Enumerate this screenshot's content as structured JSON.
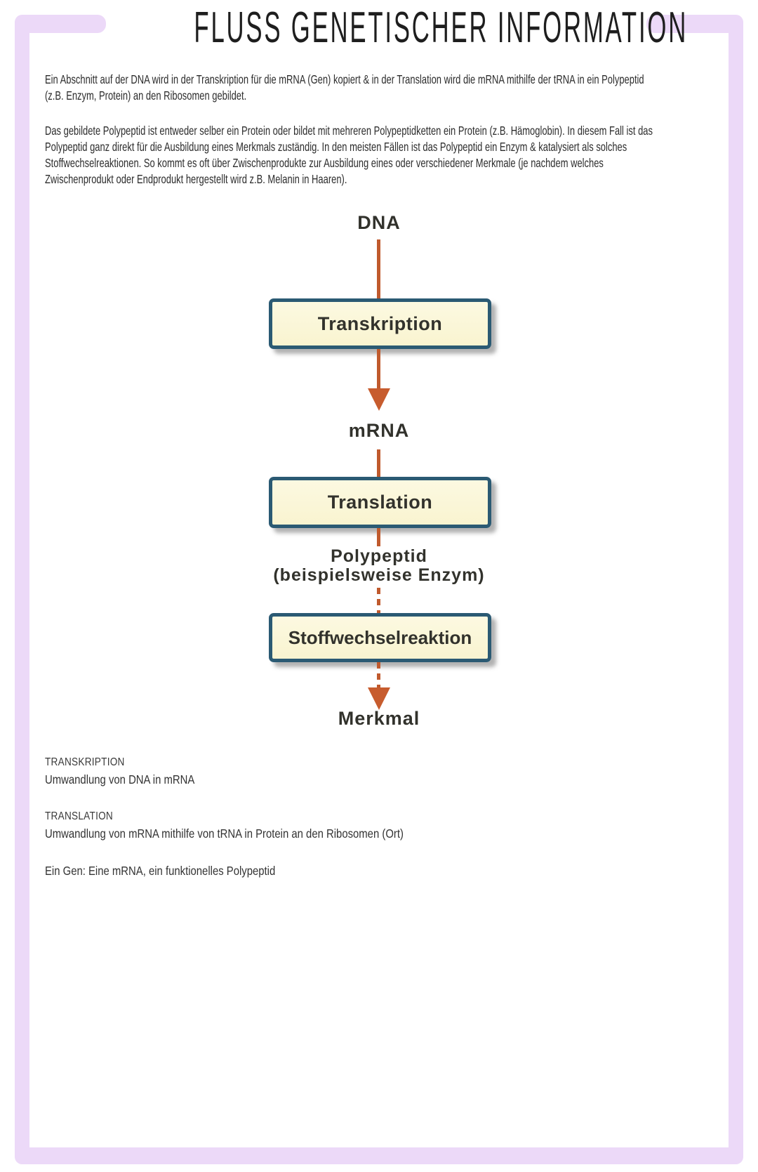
{
  "title": "FLUSS GENETISCHER INFORMATION",
  "colors": {
    "frame_lavender": "#ecd9f8",
    "box_fill": "#faf6d3",
    "box_border": "#2b5a73",
    "arrow_orange": "#c05a2d",
    "text_dark": "#2d2d2b"
  },
  "intro": {
    "paragraph1": "Ein Abschnitt auf der DNA wird in der Transkription für die mRNA (Gen) kopiert & in der Translation wird die mRNA mithilfe der tRNA in ein Polypeptid (z.B. Enzym, Protein) an den Ribosomen gebildet.",
    "paragraph2": "Das gebildete Polypeptid ist entweder selber ein Protein oder bildet mit mehreren Polypeptidketten ein Protein (z.B. Hämoglobin). In diesem Fall ist das Polypeptid ganz direkt für die Ausbildung eines Merkmals zuständig. In den meisten Fällen ist das Polypeptid ein Enzym & katalysiert als solches Stoffwechselreaktionen. So kommt es oft über Zwischenprodukte zur Ausbildung eines oder verschiedener Merkmale (je nachdem welches Zwischenprodukt oder Endprodukt hergestellt wird z.B. Melanin in Haaren)."
  },
  "diagram": {
    "dna_label": "DNA",
    "transcription_box": "Transkription",
    "mrna_label": "mRNA",
    "translation_box": "Translation",
    "polypeptid_label_line1": "Polypeptid",
    "polypeptid_label_line2": "(beispielsweise Enzym)",
    "metabolic_box": "Stoffwechselreaktion",
    "merkmal_label": "Merkmal"
  },
  "definitions": {
    "transcription_term": "TRANSKRIPTION",
    "transcription_def": "Umwandlung von DNA in mRNA",
    "translation_term": "TRANSLATION",
    "translation_def": "Umwandlung von mRNA mithilfe von tRNA in Protein an den Ribosomen (Ort)",
    "gene_note": "Ein Gen: Eine mRNA, ein funktionelles Polypeptid"
  }
}
